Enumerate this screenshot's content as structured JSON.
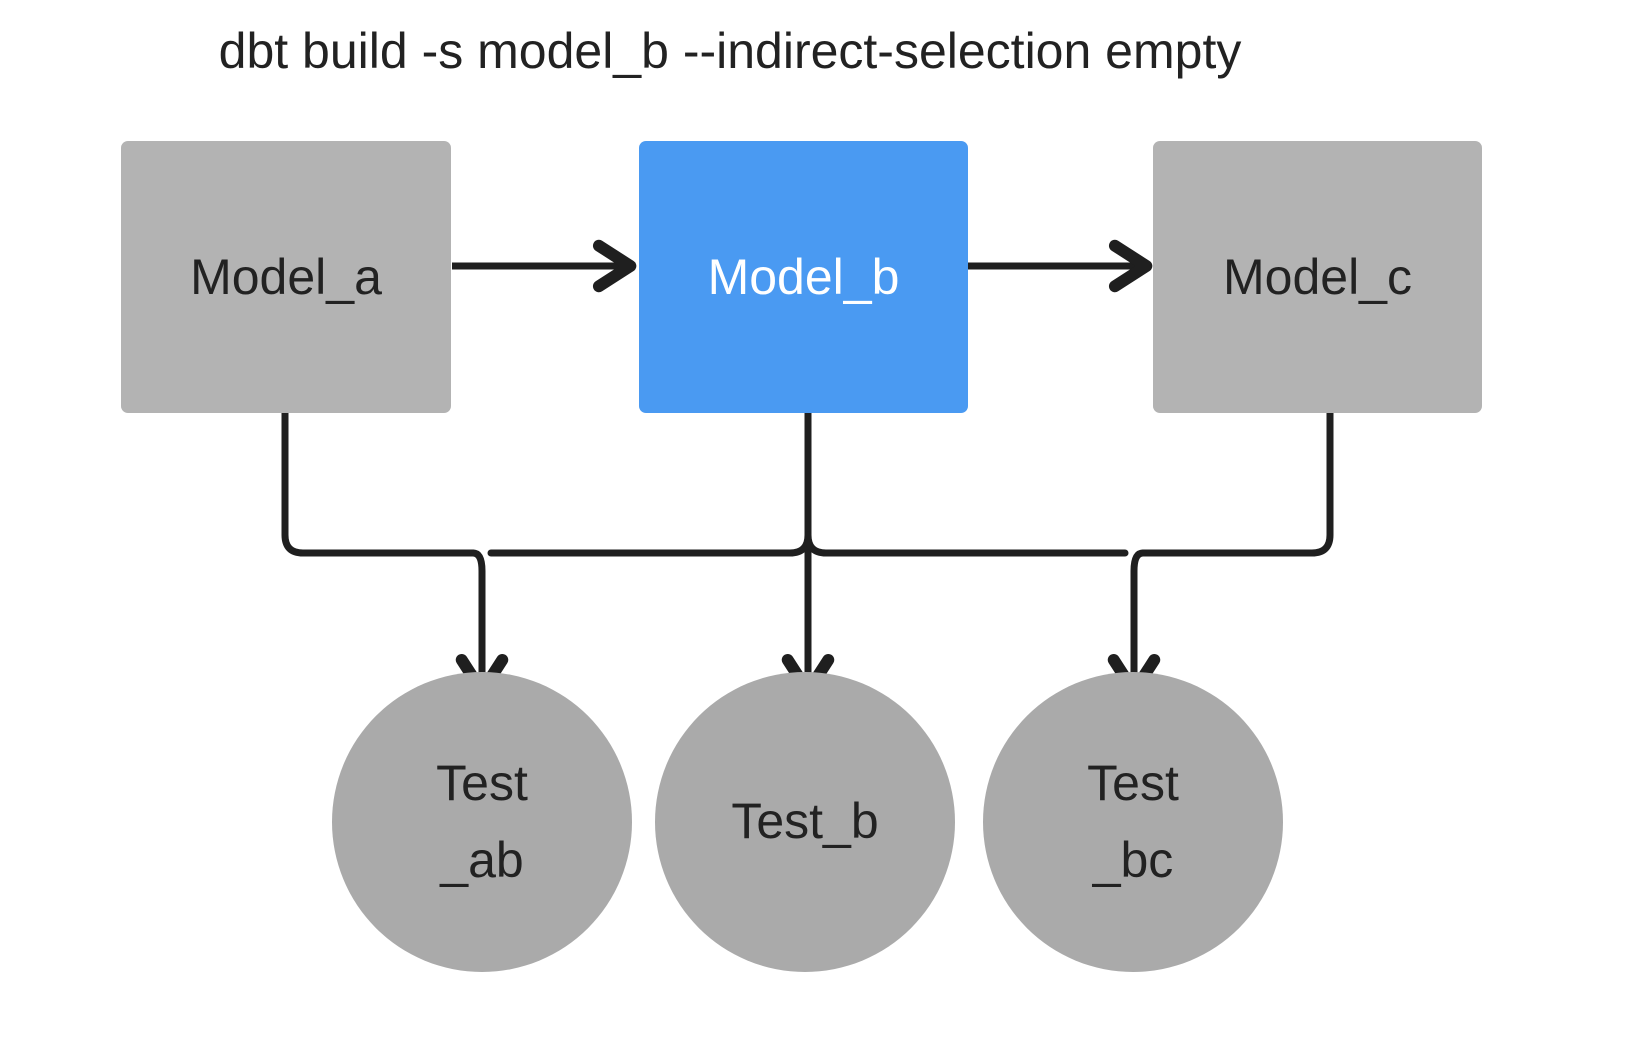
{
  "title": "dbt build -s model_b --indirect-selection empty",
  "colors": {
    "background": "#ffffff",
    "node_gray": "#b3b3b3",
    "node_selected_blue": "#4a9af2",
    "circle_gray": "#aaaaaa",
    "edge_black": "#1f1f1f",
    "text_dark": "#222222",
    "text_light": "#ffffff"
  },
  "models": [
    {
      "id": "model_a",
      "label": "Model_a",
      "state": "unselected",
      "fill": "#b3b3b3"
    },
    {
      "id": "model_b",
      "label": "Model_b",
      "state": "selected",
      "fill": "#4a9af2"
    },
    {
      "id": "model_c",
      "label": "Model_c",
      "state": "unselected",
      "fill": "#b3b3b3"
    }
  ],
  "tests": [
    {
      "id": "test_ab",
      "line1": "Test",
      "line2": "_ab",
      "state": "unselected"
    },
    {
      "id": "test_b",
      "line1": "Test_b",
      "line2": "",
      "state": "unselected"
    },
    {
      "id": "test_bc",
      "line1": "Test",
      "line2": "_bc",
      "state": "unselected"
    }
  ],
  "edges": [
    {
      "from": "model_a",
      "to": "model_b",
      "kind": "model-to-model"
    },
    {
      "from": "model_b",
      "to": "model_c",
      "kind": "model-to-model"
    },
    {
      "from": "model_a",
      "to": "test_ab",
      "kind": "model-to-test"
    },
    {
      "from": "model_b",
      "to": "test_ab",
      "kind": "model-to-test"
    },
    {
      "from": "model_b",
      "to": "test_b",
      "kind": "model-to-test"
    },
    {
      "from": "model_b",
      "to": "test_bc",
      "kind": "model-to-test"
    },
    {
      "from": "model_c",
      "to": "test_bc",
      "kind": "model-to-test"
    }
  ]
}
